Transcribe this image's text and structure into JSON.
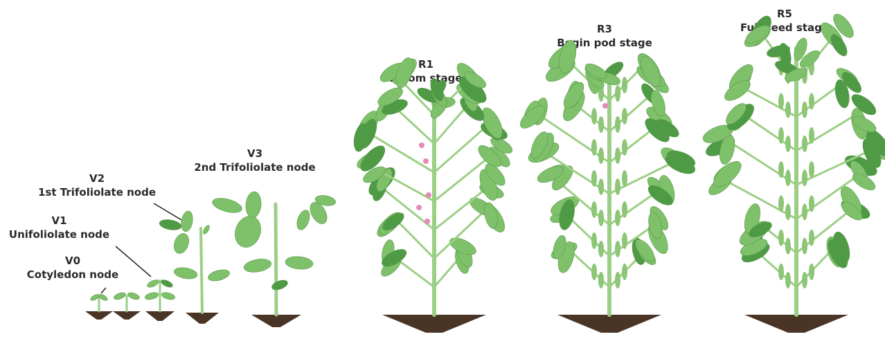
{
  "stages": [
    {
      "id": "v0",
      "code": "V0",
      "name": "Cotyledon node"
    },
    {
      "id": "v1",
      "code": "V1",
      "name": "Unifoliolate node"
    },
    {
      "id": "v2",
      "code": "V2",
      "name": "1st Trifoliolate node"
    },
    {
      "id": "v3",
      "code": "V3",
      "name": "2nd Trifoliolate node"
    },
    {
      "id": "r1",
      "code": "R1",
      "name": "Bloom stage"
    },
    {
      "id": "r3",
      "code": "R3",
      "name": "Begin pod stage"
    },
    {
      "id": "r5",
      "code": "R5",
      "name": "Full seed stage"
    }
  ],
  "colors": {
    "leaf": "#7fc06a",
    "leaf_dark": "#4f9a45",
    "stem": "#9ccf86",
    "soil": "#4a3426",
    "flower": "#e48ab8",
    "text": "#2a2a2a"
  }
}
